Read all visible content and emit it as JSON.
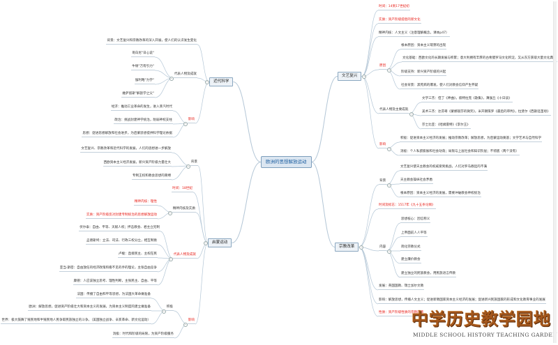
{
  "center": "欧洲的思想解放运动",
  "science": {
    "title": "近代科学",
    "background": "背景：文艺复兴和宗教改革的深入开展，使人们的认识发生变化",
    "figures": "代表人物及成就",
    "f1": "哥白尼\"日心说\"",
    "f2": "牛顿\"万有引力\"",
    "f3": "伽利略\"力学\"",
    "f4": "維萨留斯\"解剖学之父\"",
    "impact": "影响",
    "i1": "经济：推动工业革命的发生，进入蒸汽时代",
    "i2": "政治：挑战封建神学统治，削弱神权支柱",
    "i3": "思想：促进思想解放和社会进步，为启蒙思想提供科学理论依据"
  },
  "enlight": {
    "title": "启蒙运动",
    "background": "背景",
    "b1": "文艺复兴、宗教改革和近代科学的发展，人们的思想进一步解放",
    "b2": "西欧资本主义经济发展，新兴资产阶级力量壮大",
    "b3": "专制王权和教会思想的束缚",
    "time": "时间：18世纪",
    "core": "精神内核及实质",
    "c1": "精神内核：理性",
    "c2": "实质：资产阶级反对封建专制统治的思想解放运动",
    "figures": "代表人物及成就",
    "p1": "伏尔泰：自由、平等、天赋人权；抨击教会、君主立宪制",
    "p2": "孟德斯鸠：立法、司法、行政三权分立，相互制衡",
    "p3": "卢梭：直接民主、主权在民",
    "p4": "亚当·斯密：自由放任的经济政策和看不见的手的理论，主张自由竞争",
    "p5": "康德：人应该独立思考、理性判断，主张民主、自由、平等",
    "impact": "影响",
    "positive": "积极",
    "g1": "法国：传播了自由和平等思想，为法国大革命做准备",
    "g2": "欧洲：解放思想，促进资产阶级壮大和资本主义的发展，为资本主义制度的建立做准备",
    "g3": "世界：极大鼓舞了殖民地和半殖民地人民争取民族独立的斗争。（美国独立战争、辛亥革命、新文化运动）",
    "negative": "消极：时代和阶级的局限，为资产阶级服务"
  },
  "renaissance": {
    "title": "文艺复兴",
    "time": "时间：14到17世纪初",
    "essence": "实质：资产阶级提倡的新文化",
    "core": "精神内核：人文主义（注意理解概念，课本p47）",
    "cause": "原因",
    "r1": "根本原因：资本主义萌芽的出现",
    "r2": "文化基础：西欧文化的长期发展与积累；意大利拥有丰厚的古希腊罗马文化积淀，又从东方获取大量文化典籍",
    "r3": "阶级支持：新兴资产阶级的兴起",
    "r4": "社会背景：黑死病的爆发，使人们对教会信仰产生怀疑",
    "figures": "代表人物及主要成就",
    "a1": "文学三杰：但丁《神曲》，彼特拉克《歌集》，薄伽丘《十日谈》",
    "a2": "美术三杰：达芬奇《蒙娜丽莎的微笑》，米开朗琪罗《最后的审判》，拉斐尔《西斯廷圣母》",
    "a3": "莎士比亚：《哈姆雷特》《李尔王》",
    "impact": "影响",
    "e1": "积极：促进资本主义经济的发展；推动宗教改革；解放思想，为启蒙运动奠基；文学艺术与自然科学",
    "e2": "消极：个人私欲膨胀和社会动荡；局限与上层社会和知识阶层；不彻底（两个没有）"
  },
  "reform": {
    "title": "宗教改革",
    "background": "背景",
    "b1": "文艺复兴使天主教会的权威受到挑战，人们对罗马教廷的不满",
    "b2": "天主教会操纵社会矛盾",
    "b3": "根本原因：资本主义经济的发展，需要冲破教会神权统治",
    "time": "时间及标志：1517年《九十五条论纲》",
    "content": "内容",
    "c1": "思想核心：因信称义",
    "c2": "上帝面前人人平等",
    "c3": "简化宗教仪式",
    "c4": "建立廉价教会",
    "c5": "建立独立的民族教会，用民族语言传教",
    "develop": "发展：英国国教、瑞士加尔文教",
    "impact": "影响：解放思想，传播人文主义；促进新教国家资本主义经济的发展；促进新兴民族国家的形成和文化教育事业的发展",
    "nature": "性质：资产阶级性质的宗教改革"
  },
  "watermark": {
    "cn": "中学历史教学园地",
    "en": "MIDDLE SCHOOL HISTORY TEACHING GARDEN"
  },
  "colors": {
    "accent_red": "#e8211a",
    "line": "#b3c6d6",
    "center_text": "#1c5ea0"
  }
}
